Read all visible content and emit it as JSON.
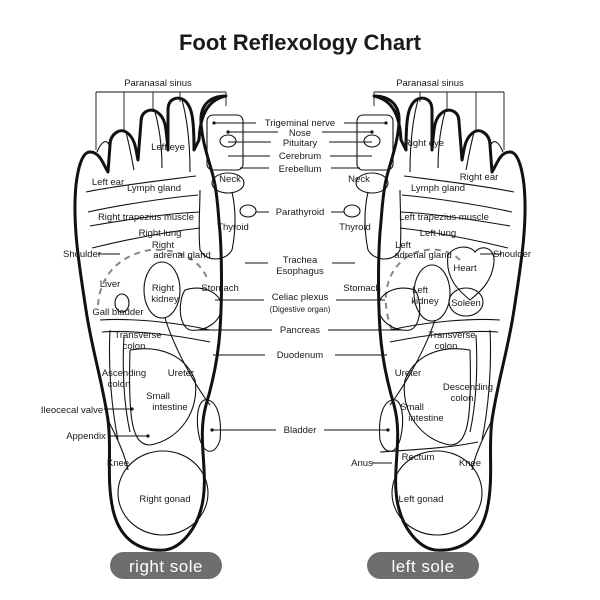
{
  "title": "Foot Reflexology Chart",
  "center_labels": {
    "trigeminal_nerve": "Trigeminal nerve",
    "nose": "Nose",
    "pituitary": "Pituitary",
    "cerebrum": "Cerebrum",
    "erebellum": "Erebellum",
    "parathyroid": "Parathyroid",
    "trachea": "Trachea",
    "esophagus": "Esophagus",
    "celiac_plexus": "Celiac plexus",
    "digestive_organ": "(Digestive organ)",
    "pancreas": "Pancreas",
    "duodenum": "Duodenum",
    "bladder": "Bladder"
  },
  "right_sole": {
    "paranasal_sinus": "Paranasal sinus",
    "left_eye": "Left eye",
    "left_ear": "Left ear",
    "lymph_gland": "Lymph gland",
    "neck": "Neck",
    "right_trapezius": "Right trapezius muscle",
    "right_lung": "Right lung",
    "thyroid": "Thyroid",
    "shoulder": "Shoulder",
    "adrenal_1": "Right",
    "adrenal_2": "adrenal gland",
    "liver": "Liver",
    "kidney_1": "Right",
    "kidney_2": "kidney",
    "stomach": "Stomach",
    "gall_bladder": "Gall bladder",
    "transverse_1": "Transverse",
    "transverse_2": "colon",
    "ascending_1": "Ascending",
    "ascending_2": "colon",
    "ureter": "Ureter",
    "small_int_1": "Small",
    "small_int_2": "intestine",
    "ileocecal": "Ileocecal valve",
    "appendix": "Appendix",
    "knee": "Knee",
    "gonad": "Right gonad",
    "sole_label": "right sole"
  },
  "left_sole": {
    "paranasal_sinus": "Paranasal sinus",
    "right_eye": "Right eye",
    "right_ear": "Right ear",
    "lymph_gland": "Lymph gland",
    "neck": "Neck",
    "left_trapezius": "Left trapezius muscle",
    "left_lung": "Left lung",
    "thyroid": "Thyroid",
    "shoulder": "Shoulder",
    "adrenal_1": "Left",
    "adrenal_2": "adrenal gland",
    "heart": "Heart",
    "kidney_1": "Left",
    "kidney_2": "kidney",
    "stomach": "Stomach",
    "soleen": "Soleen",
    "transverse_1": "Transverse",
    "transverse_2": "colon",
    "descending_1": "Descending",
    "descending_2": "colon",
    "ureter": "Ureter",
    "small_int_1": "Small",
    "small_int_2": "intestine",
    "rectum": "Rectum",
    "anus": "Anus",
    "knee": "Knee",
    "gonad": "Left gonad",
    "sole_label": "left sole"
  }
}
